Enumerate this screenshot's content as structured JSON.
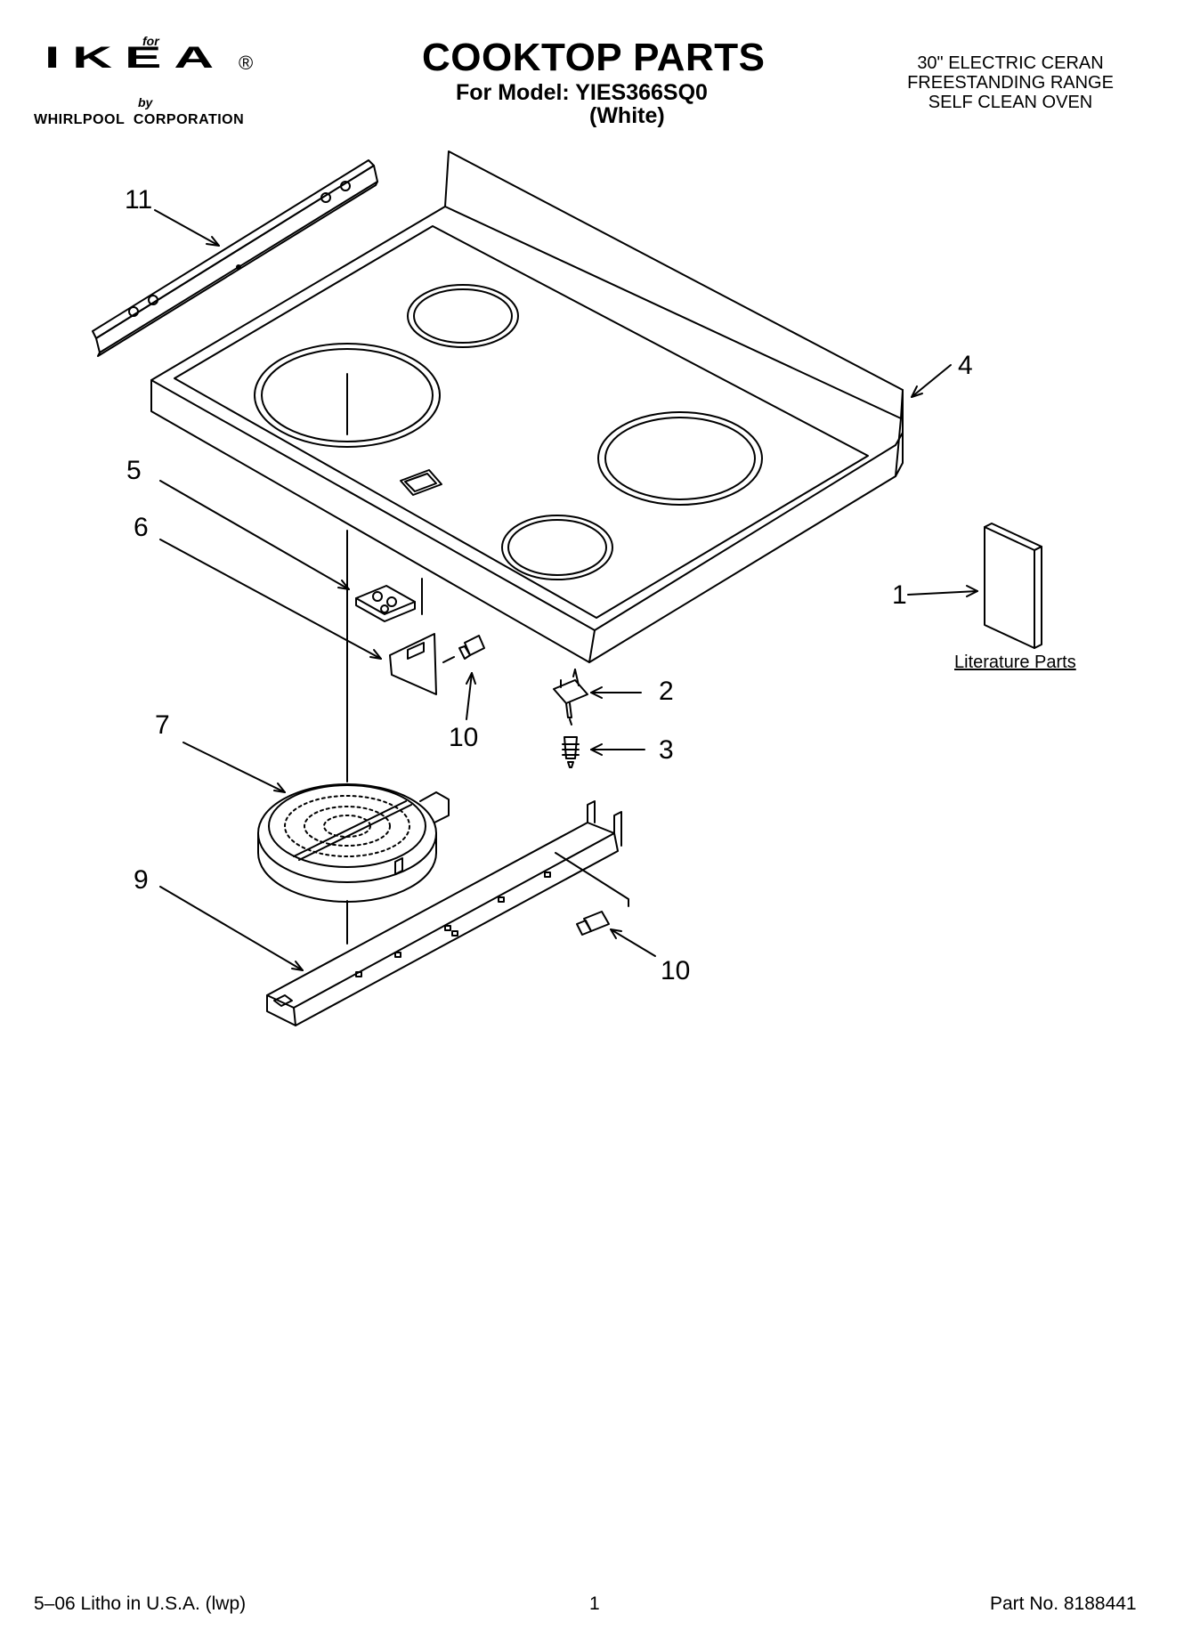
{
  "logo": {
    "for_text": "for",
    "brand": "IKEA",
    "registered": "®",
    "by_text": "by",
    "corporation": "WHIRLPOOL  CORPORATION"
  },
  "header": {
    "title": "COOKTOP PARTS",
    "model_line": "For Model: YIES366SQ0",
    "color_line": "(White)",
    "description": [
      "30\" ELECTRIC CERAN",
      "FREESTANDING RANGE",
      "SELF CLEAN OVEN"
    ]
  },
  "callouts": {
    "c1": "1",
    "c2": "2",
    "c3": "3",
    "c4": "4",
    "c5": "5",
    "c6": "6",
    "c7": "7",
    "c9": "9",
    "c10a": "10",
    "c10b": "10",
    "c11": "11"
  },
  "literature_label": "Literature Parts",
  "footer": {
    "litho": "5–06 Litho in U.S.A. (lwp)",
    "page": "1",
    "part_no": "Part No. 8188441"
  }
}
